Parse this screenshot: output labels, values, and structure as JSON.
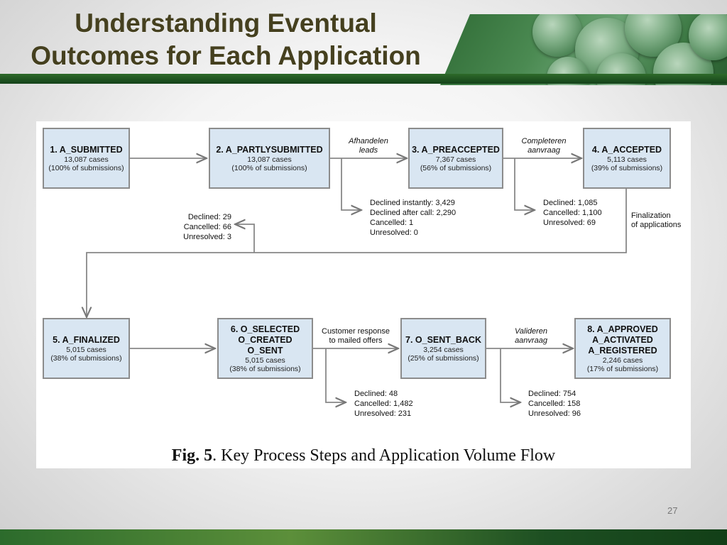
{
  "slide": {
    "title_line1": "Understanding Eventual",
    "title_line2": "Outcomes for Each Application",
    "page_number": "27"
  },
  "figure": {
    "caption_bold": "Fig. 5",
    "caption_rest": ". Key Process Steps and Application Volume Flow",
    "nodes": [
      {
        "title": "1. A_SUBMITTED",
        "cases": "13,087 cases",
        "pct": "(100% of submissions)"
      },
      {
        "title": "2. A_PARTLYSUBMITTED",
        "cases": "13,087 cases",
        "pct": "(100% of submissions)"
      },
      {
        "title": "3. A_PREACCEPTED",
        "cases": "7,367 cases",
        "pct": "(56% of submissions)"
      },
      {
        "title": "4. A_ACCEPTED",
        "cases": "5,113 cases",
        "pct": "(39% of submissions)"
      },
      {
        "title": "5. A_FINALIZED",
        "cases": "5,015 cases",
        "pct": "(38% of submissions)"
      },
      {
        "title": "6. O_SELECTED\nO_CREATED\nO_SENT",
        "cases": "5,015 cases",
        "pct": "(38% of submissions)"
      },
      {
        "title": "7. O_SENT_BACK",
        "cases": "3,254 cases",
        "pct": "(25% of submissions)"
      },
      {
        "title": "8. A_APPROVED\nA_ACTIVATED\nA_REGISTERED",
        "cases": "2,246 cases",
        "pct": "(17% of submissions)"
      }
    ],
    "edge_labels": {
      "afhandelen": "Afhandelen\nleads",
      "completeren": "Completeren\naanvraag",
      "finalization": "Finalization\nof applications",
      "customer_response": "Customer response\nto mailed offers",
      "valideren": "Valideren\naanvraag"
    },
    "outcomes": {
      "after_preaccepted": "Declined instantly: 3,429\nDeclined after call: 2,290\nCancelled: 1\nUnresolved: 0",
      "after_accepted": "Declined: 1,085\nCancelled: 1,100\nUnresolved: 69",
      "before_finalized": "Declined: 29\nCancelled: 66\nUnresolved: 3",
      "after_offers": "Declined: 48\nCancelled: 1,482\nUnresolved: 231",
      "after_sent_back": "Declined: 754\nCancelled: 158\nUnresolved: 96"
    }
  }
}
